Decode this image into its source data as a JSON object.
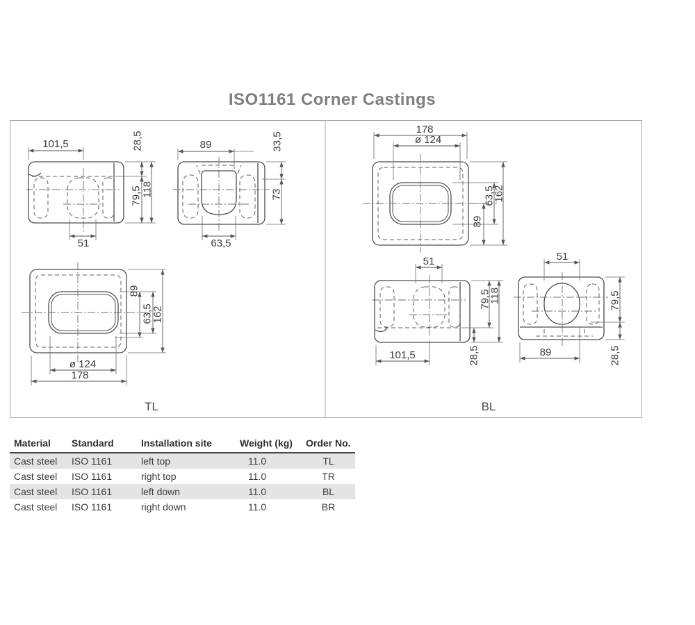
{
  "title": "ISO1161 Corner Castings",
  "panels": {
    "tl": {
      "label": "TL",
      "side_view": {
        "width_top": "101,5",
        "height_top": "28,5",
        "height_inner": "79,5",
        "height_total": "118",
        "width_bottom": "51"
      },
      "end_view": {
        "width_top": "89",
        "height_top": "33,5",
        "height_lower": "73",
        "width_bottom": "63,5"
      },
      "face_view": {
        "height_a": "89",
        "hole_height": "63,5",
        "height_total": "162",
        "hole_width": "ø 124",
        "width_total": "178"
      }
    },
    "bl": {
      "label": "BL",
      "face_view": {
        "width_total": "178",
        "hole_width": "ø 124",
        "hole_height": "63,5",
        "height_total": "162",
        "height_a": "89"
      },
      "side_view": {
        "width_top": "51",
        "height_inner": "79,5",
        "height_total": "118",
        "height_bottom": "28,5",
        "width_bottom": "101,5"
      },
      "end_view": {
        "width_top": "51",
        "height_right": "79,5",
        "height_bottom": "28,5",
        "width_bottom": "89"
      }
    }
  },
  "table": {
    "headers": [
      "Material",
      "Standard",
      "Installation site",
      "Weight  (kg)",
      "Order No."
    ],
    "rows": [
      [
        "Cast steel",
        "ISO 1161",
        "left top",
        "11.0",
        "TL"
      ],
      [
        "Cast steel",
        "ISO 1161",
        "right top",
        "11.0",
        "TR"
      ],
      [
        "Cast steel",
        "ISO 1161",
        "left down",
        "11.0",
        "BL"
      ],
      [
        "Cast steel",
        "ISO 1161",
        "right down",
        "11.0",
        "BR"
      ]
    ]
  }
}
